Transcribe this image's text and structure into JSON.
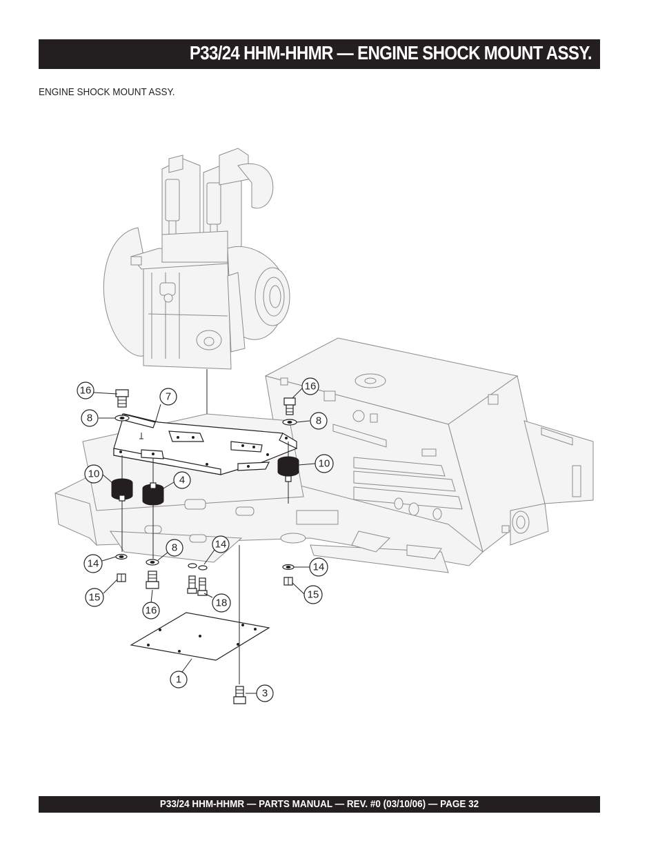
{
  "header": {
    "title": "P33/24 HHM-HHMR — ENGINE SHOCK MOUNT ASSY."
  },
  "section": {
    "label": "ENGINE SHOCK MOUNT ASSY."
  },
  "callouts": [
    {
      "id": "c16a",
      "label": "16"
    },
    {
      "id": "c7",
      "label": "7"
    },
    {
      "id": "c8a",
      "label": "8"
    },
    {
      "id": "c16b",
      "label": "16"
    },
    {
      "id": "c8b",
      "label": "8"
    },
    {
      "id": "c10a",
      "label": "10"
    },
    {
      "id": "c10b",
      "label": "10"
    },
    {
      "id": "c4",
      "label": "4"
    },
    {
      "id": "c8c",
      "label": "8"
    },
    {
      "id": "c14a",
      "label": "14"
    },
    {
      "id": "c14b",
      "label": "14"
    },
    {
      "id": "c14c",
      "label": "14"
    },
    {
      "id": "c15a",
      "label": "15"
    },
    {
      "id": "c15b",
      "label": "15"
    },
    {
      "id": "c16c",
      "label": "16"
    },
    {
      "id": "c18",
      "label": "18"
    },
    {
      "id": "c1",
      "label": "1"
    },
    {
      "id": "c3",
      "label": "3"
    }
  ],
  "footer": {
    "text": "P33/24 HHM-HHMR — PARTS MANUAL — REV. #0 (03/10/06) — PAGE 32"
  }
}
